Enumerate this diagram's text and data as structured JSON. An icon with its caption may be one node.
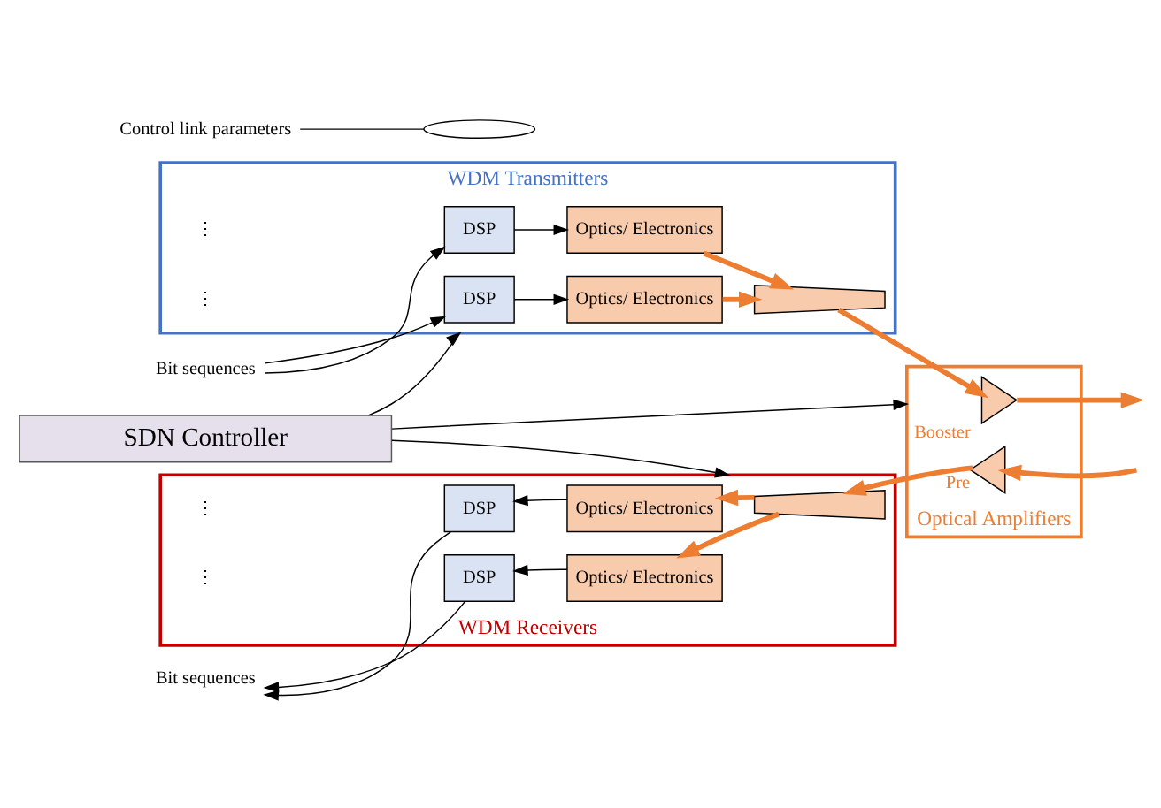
{
  "diagram": {
    "nodes": [
      {
        "text": [
          "SDN Controller"
        ]
      },
      {
        "text": [
          "Control link parameters"
        ]
      },
      {
        "text": [
          "WDM Transmitters"
        ]
      },
      {
        "text": [
          "DSP"
        ],
        "in": 2
      },
      {
        "text": [
          "Optics/ Electronics"
        ],
        "in": 2
      },
      {
        "text": [
          "DSP"
        ],
        "in": 2
      },
      {
        "text": [
          "Optics/ Electronics"
        ],
        "in": 2
      },
      {
        "text": [],
        "shape": "trapezoid",
        "in": 2
      },
      {
        "text": [
          "Optical Amplifiers"
        ]
      },
      {
        "text": [],
        "shape": "triangle",
        "beside": [
          "Booster"
        ],
        "in": 8
      },
      {
        "text": [],
        "shape": "triangle",
        "beside": [
          "Pre"
        ],
        "in": 8
      },
      {
        "text": [
          "WDM Receivers"
        ]
      },
      {
        "text": [],
        "shape": "trapezoid",
        "in": 11
      },
      {
        "text": [
          "Optics/ Electronics"
        ],
        "in": 11
      },
      {
        "text": [
          "DSP"
        ],
        "in": 11
      },
      {
        "text": [
          "Optics/ Electronics"
        ],
        "in": 11
      },
      {
        "text": [
          "DSP"
        ],
        "in": 11
      },
      {
        "text": [
          "Bit sequences"
        ]
      },
      {
        "text": [
          "Bit sequences"
        ]
      },
      {
        "text": [],
        "shape": "ellipse"
      }
    ],
    "edges": [
      {
        "from": 0,
        "to": 11,
        "arrow": "to"
      },
      {
        "from": 0,
        "to": 2,
        "arrow": "to"
      },
      {
        "from": 0,
        "to": 8,
        "arrow": "to"
      },
      {
        "from": 1,
        "to": 19,
        "arrow": "none"
      },
      {
        "from": 17,
        "to": 3,
        "arrow": "to"
      },
      {
        "from": 17,
        "to": 5,
        "arrow": "to"
      },
      {
        "from": 3,
        "to": 4,
        "arrow": "to"
      },
      {
        "from": 5,
        "to": 6,
        "arrow": "to"
      },
      {
        "from": 4,
        "to": 7,
        "arrow": "to",
        "style": "thick",
        "color": "#ed7d31"
      },
      {
        "from": 6,
        "to": 7,
        "arrow": "to",
        "style": "thick",
        "color": "#ed7d31"
      },
      {
        "from": 7,
        "to": 9,
        "arrow": "to",
        "style": "thick",
        "color": "#ed7d31"
      },
      {
        "from": 9,
        "to": null,
        "arrow": "to",
        "style": "thick",
        "color": "#ed7d31"
      },
      {
        "from": null,
        "to": 10,
        "arrow": "to",
        "style": "thick",
        "color": "#ed7d31"
      },
      {
        "from": 10,
        "to": 12,
        "arrow": "to",
        "style": "thick",
        "color": "#ed7d31"
      },
      {
        "from": 12,
        "to": 13,
        "arrow": "to",
        "style": "thick",
        "color": "#ed7d31"
      },
      {
        "from": 12,
        "to": 15,
        "arrow": "to",
        "style": "thick",
        "color": "#ed7d31"
      },
      {
        "from": 13,
        "to": 14,
        "arrow": "to"
      },
      {
        "from": 15,
        "to": 16,
        "arrow": "to"
      },
      {
        "from": 14,
        "to": 18,
        "arrow": "to"
      },
      {
        "from": 16,
        "to": 18,
        "arrow": "to"
      }
    ],
    "labels": [
      "⋮",
      "⋮",
      "⋮",
      "⋮"
    ]
  }
}
